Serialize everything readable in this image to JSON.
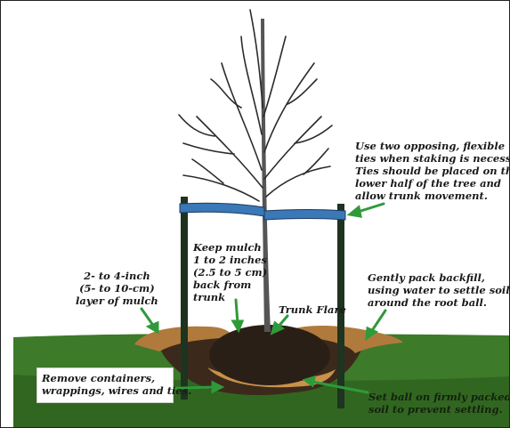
{
  "colors": {
    "sky": "#ffffff",
    "grass": "#3d7a2a",
    "grass_dark": "#2c5e1c",
    "mulch": "#b07a3c",
    "soil": "#3b2a1c",
    "root_ball": "#2a1f16",
    "stake": "#1e3320",
    "tie": "#3a78b8",
    "arrow": "#2f9a3a",
    "branch": "#2b2b2b"
  },
  "labels": {
    "ties": [
      "Use two opposing, flexible",
      "ties when staking is necessary.",
      "Ties should be placed on the",
      "lower half of the tree and",
      "allow trunk movement."
    ],
    "mulch_depth": [
      "2- to 4-inch",
      "(5- to 10-cm)",
      "layer of mulch"
    ],
    "mulch_back": [
      "Keep mulch",
      "1 to 2 inches",
      "(2.5 to 5 cm)",
      "back from",
      "trunk"
    ],
    "trunk_flare": [
      "Trunk Flare"
    ],
    "backfill": [
      "Gently pack backfill,",
      "using water to settle soil",
      "around the root ball."
    ],
    "remove": [
      "Remove containers,",
      "wrappings, wires and ties."
    ],
    "set_ball": [
      "Set ball on firmly packed",
      "soil to prevent settling."
    ]
  }
}
